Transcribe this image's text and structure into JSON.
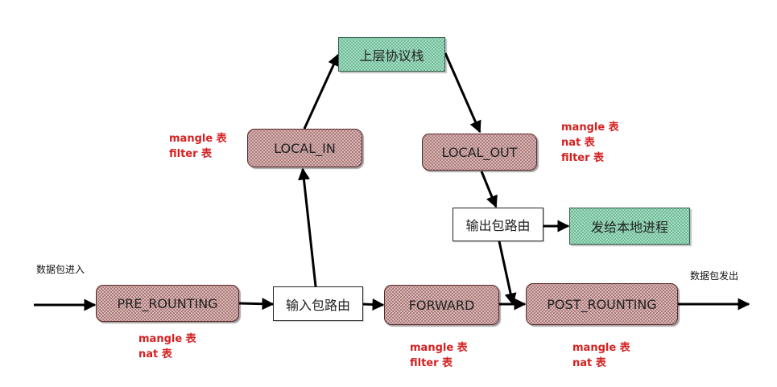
{
  "nodes": {
    "upper_stack": "上层协议栈",
    "local_in": "LOCAL_IN",
    "local_out": "LOCAL_OUT",
    "output_routing": "输出包路由",
    "deliver_local": "发给本地进程",
    "pre_routing": "PRE_ROUNTING",
    "input_routing": "输入包路由",
    "forward": "FORWARD",
    "post_routing": "POST_ROUNTING"
  },
  "captions": {
    "packet_in": "数据包进入",
    "packet_out": "数据包发出"
  },
  "tables": {
    "local_in": [
      "mangle 表",
      "filter 表"
    ],
    "local_out": [
      "mangle 表",
      "nat 表",
      "filter 表"
    ],
    "pre_routing": [
      "mangle 表",
      "nat 表"
    ],
    "forward": [
      "mangle 表",
      "filter 表"
    ],
    "post_routing": [
      "mangle 表",
      "nat 表"
    ]
  },
  "colors": {
    "chain_fill": "#b07a7a",
    "process_fill": "#6fbf99",
    "table_label": "#d62020",
    "arrow": "#000000"
  }
}
